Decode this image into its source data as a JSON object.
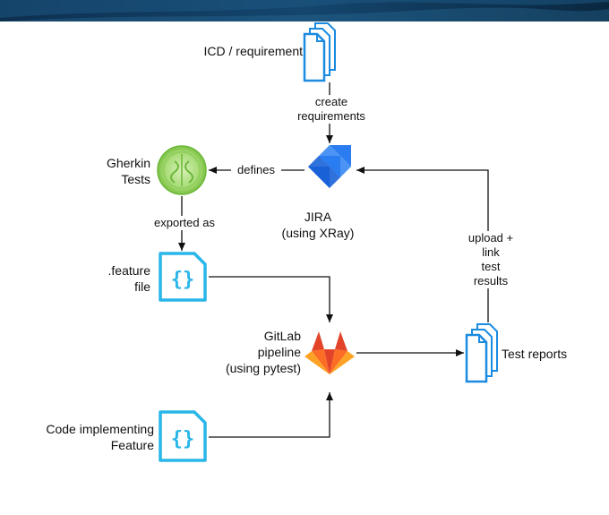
{
  "nodes": {
    "icd": {
      "label": "ICD / requirement"
    },
    "gherkin": {
      "label_line1": "Gherkin",
      "label_line2": "Tests"
    },
    "jira": {
      "label_line1": "JIRA",
      "label_line2": "(using XRay)"
    },
    "feature_file": {
      "label_line1": ".feature",
      "label_line2": "file"
    },
    "gitlab": {
      "label_line1": "GitLab",
      "label_line2": "pipeline",
      "label_line3": "(using pytest)"
    },
    "test_reports": {
      "label": "Test reports"
    },
    "code": {
      "label_line1": "Code implementing",
      "label_line2": "Feature"
    }
  },
  "edges": {
    "create_requirements": {
      "line1": "create",
      "line2": "requirements"
    },
    "defines": {
      "label": "defines"
    },
    "exported_as": {
      "label": "exported as"
    },
    "upload_results": {
      "line1": "upload +",
      "line2": "link",
      "line3": "test",
      "line4": "results"
    }
  },
  "colors": {
    "document_icon": "#1a8be0",
    "code_icon": "#29b6e8",
    "gherkin_icon": "#8fcf5a",
    "jira_blue": "#1f6fe0",
    "gitlab_orange": "#e8572a",
    "arrow": "#111111",
    "banner": "#0c2d4a"
  }
}
